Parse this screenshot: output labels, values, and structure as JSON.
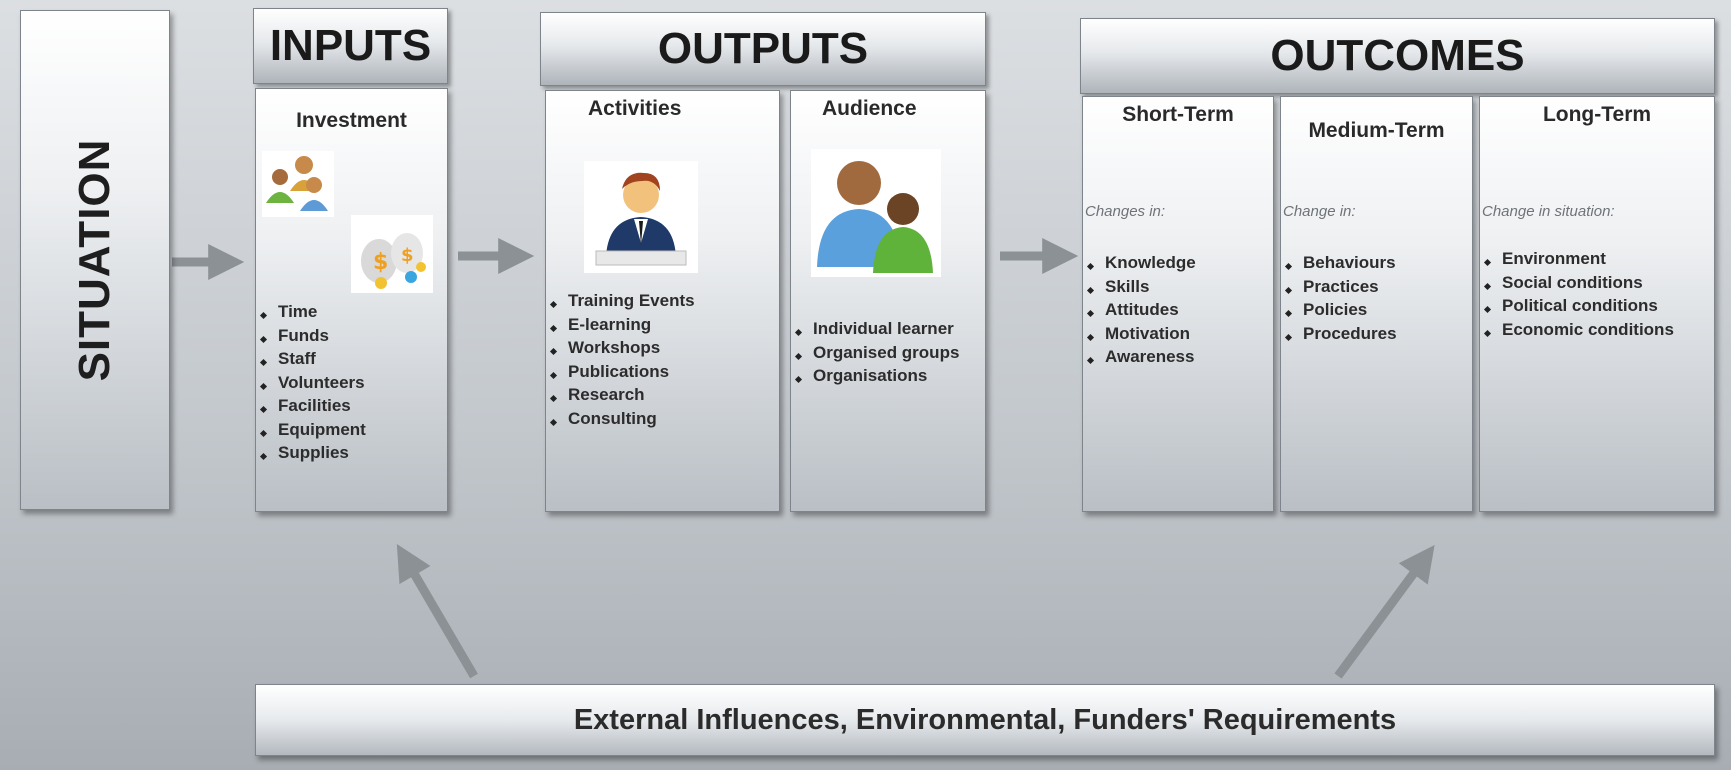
{
  "situation": {
    "label": "SITUATION"
  },
  "inputs": {
    "header": "INPUTS",
    "column": {
      "title": "Investment",
      "items": [
        "Time",
        "Funds",
        "Staff",
        "Volunteers",
        "Facilities",
        "Equipment",
        "Supplies"
      ]
    }
  },
  "outputs": {
    "header": "OUTPUTS",
    "activities": {
      "title": "Activities",
      "items": [
        "Training Events",
        "E-learning",
        "Workshops",
        "Publications",
        "Research",
        "Consulting"
      ]
    },
    "audience": {
      "title": "Audience",
      "items": [
        "Individual learner",
        "Organised groups",
        "Organisations"
      ]
    }
  },
  "outcomes": {
    "header": "OUTCOMES",
    "short_term": {
      "title": "Short-Term",
      "note": "Changes in:",
      "items": [
        "Knowledge",
        "Skills",
        "Attitudes",
        "Motivation",
        "Awareness"
      ]
    },
    "medium_term": {
      "title": "Medium-Term",
      "note": "Change in:",
      "items": [
        "Behaviours",
        "Practices",
        "Policies",
        "Procedures"
      ]
    },
    "long_term": {
      "title": "Long-Term",
      "note": "Change in situation:",
      "items": [
        "Environment",
        "Social conditions",
        "Political conditions",
        "Economic conditions"
      ]
    }
  },
  "footer": {
    "label": "External Influences, Environmental, Funders' Requirements"
  },
  "icons": [
    "people-group-icon",
    "money-bags-icon",
    "presenter-icon",
    "audience-people-icon"
  ],
  "colors": {
    "arrow": "#8c9196",
    "background": "#c3c8cd"
  }
}
